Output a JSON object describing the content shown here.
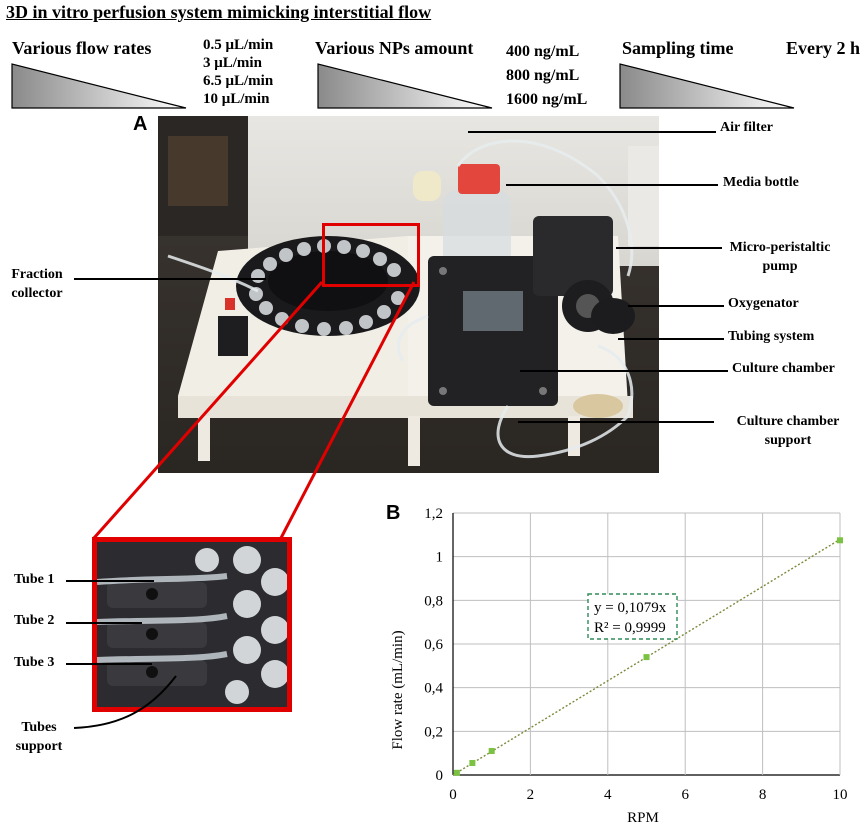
{
  "title": "3D in vitro perfusion system mimicking interstitial flow",
  "conditions": [
    {
      "heading": "Various flow rates",
      "values": [
        "0.5 μL/min",
        "3 μL/min",
        "6.5 μL/min",
        "10 μL/min"
      ]
    },
    {
      "heading": "Various NPs amount",
      "values": [
        "400 ng/mL",
        "800 ng/mL",
        "1600 ng/mL"
      ]
    },
    {
      "heading": "Sampling time",
      "values": [
        "Every 2 h"
      ]
    }
  ],
  "panel_a": {
    "letter": "A",
    "labels_right": [
      "Air filter",
      "Media bottle",
      "Micro-peristaltic pump",
      "Oxygenator",
      "Tubing system",
      "Culture chamber",
      "Culture chamber support"
    ],
    "labels_left": [
      "Fraction collector"
    ],
    "inset_labels": [
      "Tube 1",
      "Tube 2",
      "Tube 3",
      "Tubes support"
    ]
  },
  "panel_b": {
    "letter": "B",
    "equation": "y = 0,1079x",
    "r_squared": "R² = 0,9999"
  },
  "colors": {
    "highlight": "#e00000",
    "points": "#7cc242",
    "trend": "#7a8a3a",
    "equation_box": "#2e8b57"
  },
  "chart_data": {
    "type": "scatter",
    "xlabel": "RPM",
    "ylabel": "Flow rate (mL/min)",
    "xlim": [
      0,
      10
    ],
    "ylim": [
      0,
      1.2
    ],
    "x_ticks": [
      "0",
      "2",
      "4",
      "6",
      "8",
      "10"
    ],
    "y_ticks": [
      "0",
      "0,2",
      "0,4",
      "0,6",
      "0,8",
      "1",
      "1,2"
    ],
    "grid": true,
    "series": [
      {
        "x": [
          0.1,
          0.5,
          1,
          5,
          10
        ],
        "y": [
          0.01,
          0.055,
          0.11,
          0.54,
          1.075
        ]
      }
    ],
    "trendline": {
      "slope": 0.1079
    }
  }
}
